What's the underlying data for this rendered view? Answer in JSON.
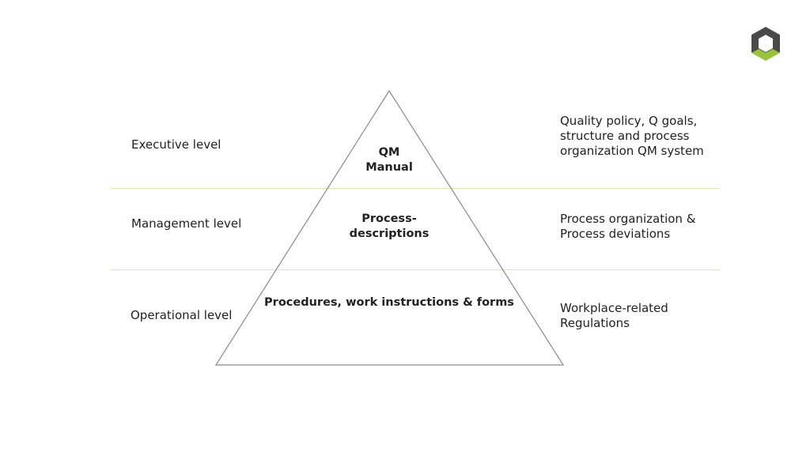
{
  "colors": {
    "divider": "#e3e6b8",
    "pyramid_stroke": "#8a8a8a",
    "text": "#222222",
    "logo_dark": "#4a4a4a",
    "logo_accent": "#9ac23c"
  },
  "logo": {
    "icon": "hexagon-logo-icon"
  },
  "levels": [
    {
      "label": "Executive level",
      "tier": "QM\nManual",
      "description": "Quality policy, Q goals,\nstructure and process\norganization QM system"
    },
    {
      "label": "Management level",
      "tier": "Process-\ndescriptions",
      "description": "Process organization &\nProcess deviations"
    },
    {
      "label": "Operational level",
      "tier": "Procedures, work instructions & forms",
      "description": "Workplace-related\nRegulations"
    }
  ]
}
